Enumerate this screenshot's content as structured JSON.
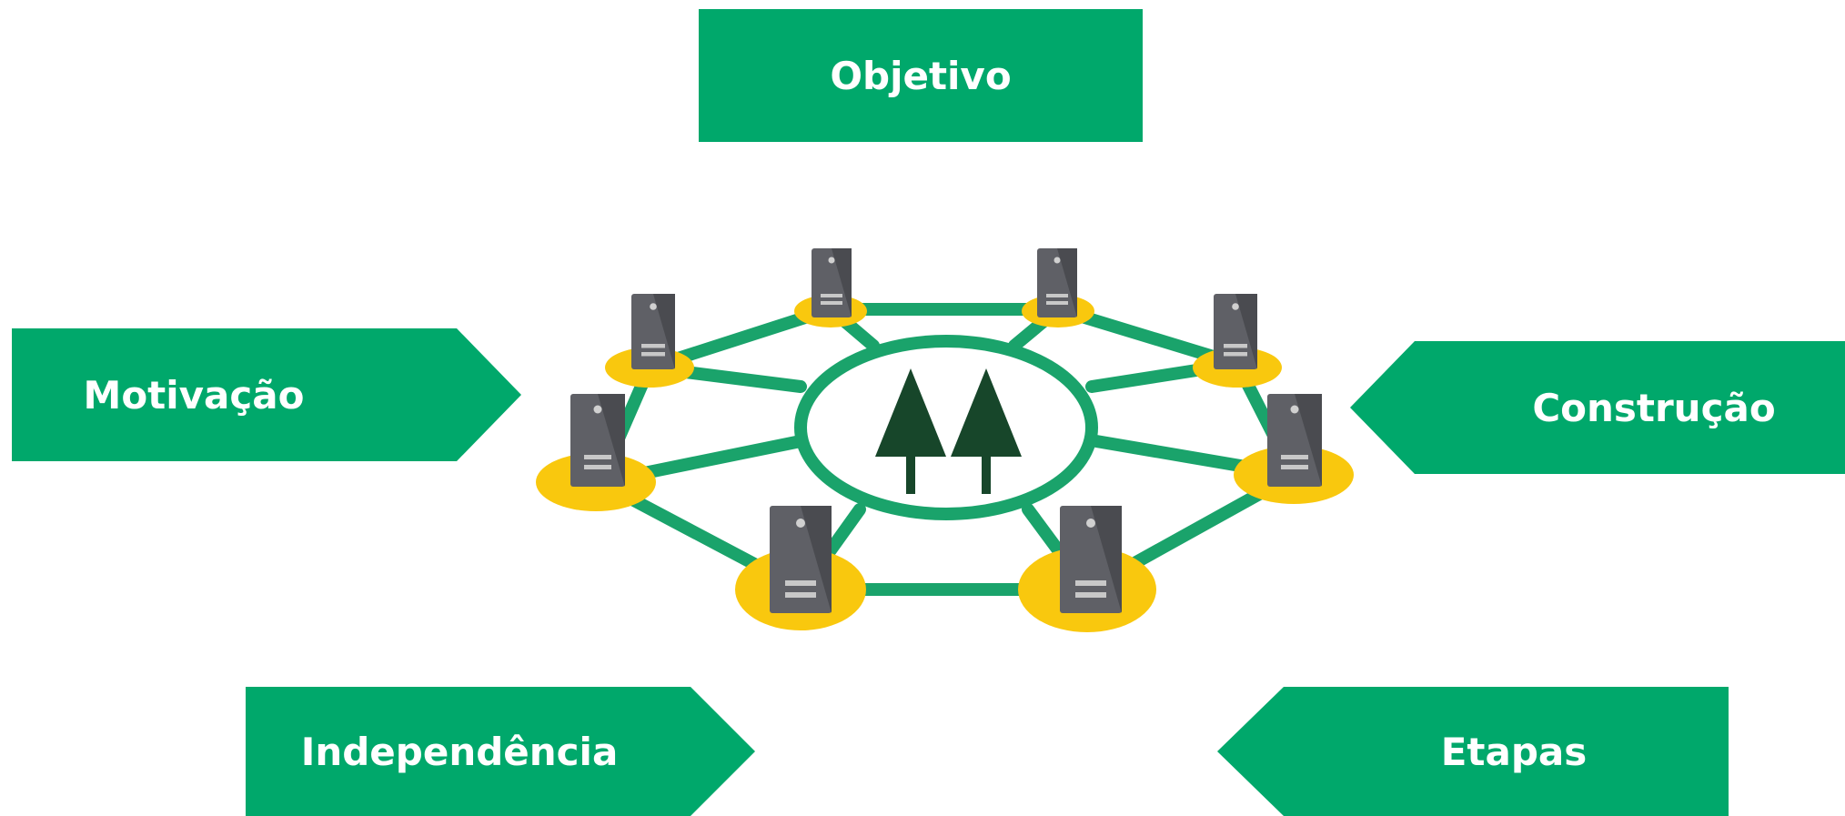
{
  "labels": {
    "objetivo": "Objetivo",
    "motivacao": "Motivação",
    "construcao": "Construção",
    "independencia": "Independência",
    "etapas": "Etapas"
  },
  "colors": {
    "tag_green": "#00a86b",
    "link_green": "#1aa36b",
    "hub_green": "#1aa36b",
    "tree_green": "#17462a",
    "node_yellow": "#f9c80e",
    "server_gray": "#5f6066",
    "server_dark": "#4a4b50"
  },
  "icons": {
    "network": "network-diagram-icon",
    "server": "server-icon",
    "trees": "tree-icon"
  }
}
